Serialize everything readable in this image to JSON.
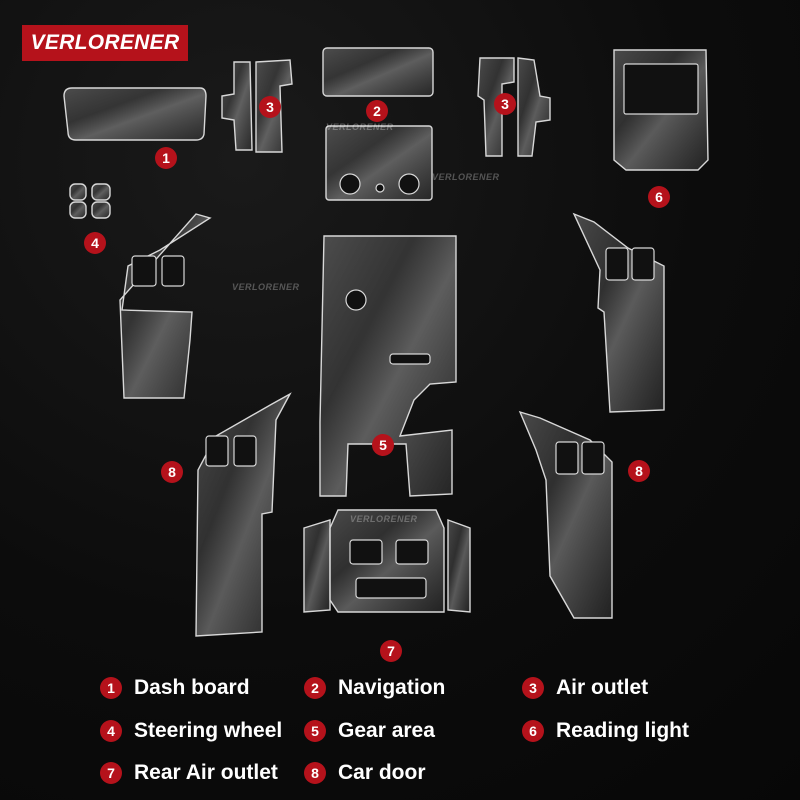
{
  "brand": {
    "name": "VERLORENER",
    "color": "#b5121b"
  },
  "watermarks": [
    "VERLORENER",
    "VERLORENER",
    "VERLORENER",
    "VERLORENER"
  ],
  "markers": [
    "1",
    "2",
    "3",
    "3",
    "4",
    "5",
    "6",
    "7",
    "8",
    "8"
  ],
  "legend": [
    {
      "num": "1",
      "label": "Dash board"
    },
    {
      "num": "2",
      "label": "Navigation"
    },
    {
      "num": "3",
      "label": "Air outlet"
    },
    {
      "num": "4",
      "label": "Steering wheel"
    },
    {
      "num": "5",
      "label": "Gear area"
    },
    {
      "num": "6",
      "label": "Reading light"
    },
    {
      "num": "7",
      "label": "Rear Air outlet"
    },
    {
      "num": "8",
      "label": "Car door"
    }
  ],
  "parts": [
    {
      "name": "Dash board film"
    },
    {
      "name": "Navigation film top"
    },
    {
      "name": "Navigation film bottom"
    },
    {
      "name": "Air outlet film left"
    },
    {
      "name": "Air outlet film right"
    },
    {
      "name": "Steering wheel film"
    },
    {
      "name": "Gear area film"
    },
    {
      "name": "Reading light film"
    },
    {
      "name": "Rear Air outlet film"
    },
    {
      "name": "Car door film"
    }
  ]
}
